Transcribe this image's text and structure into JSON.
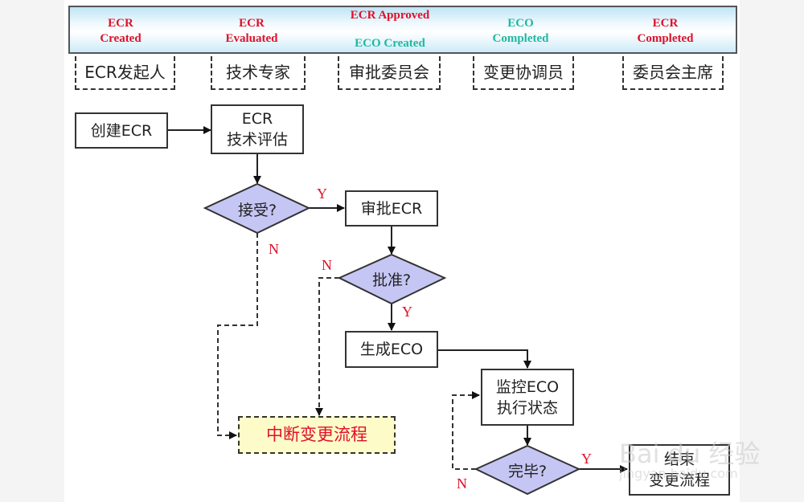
{
  "stages": [
    {
      "lines": [
        "ECR",
        "Created"
      ],
      "colors": [
        "red",
        "red"
      ]
    },
    {
      "lines": [
        "ECR",
        "Evaluated"
      ],
      "colors": [
        "red",
        "red"
      ]
    },
    {
      "lines": [
        "ECR Approved",
        "ECO Created"
      ],
      "colors": [
        "red",
        "teal"
      ]
    },
    {
      "lines": [
        "ECO",
        "Completed"
      ],
      "colors": [
        "teal",
        "teal"
      ]
    },
    {
      "lines": [
        "ECR",
        "Completed"
      ],
      "colors": [
        "red",
        "red"
      ]
    }
  ],
  "roles": [
    "ECR发起人",
    "技术专家",
    "审批委员会",
    "变更协调员",
    "委员会主席"
  ],
  "nodes": {
    "create_ecr": "创建ECR",
    "tech_eval": [
      "ECR",
      "技术评估"
    ],
    "accept": "接受?",
    "approve_ecr": "审批ECR",
    "approved": "批准?",
    "generate_eco": "生成ECO",
    "monitor_eco": [
      "监控ECO",
      "执行状态"
    ],
    "done": "完毕?",
    "end": [
      "结束",
      "变更流程"
    ],
    "abort": "中断变更流程"
  },
  "edge_labels": {
    "yes": "Y",
    "no": "N"
  },
  "watermark": {
    "brand": "Bai du 经验",
    "url": "jingyan.baidu.com"
  }
}
